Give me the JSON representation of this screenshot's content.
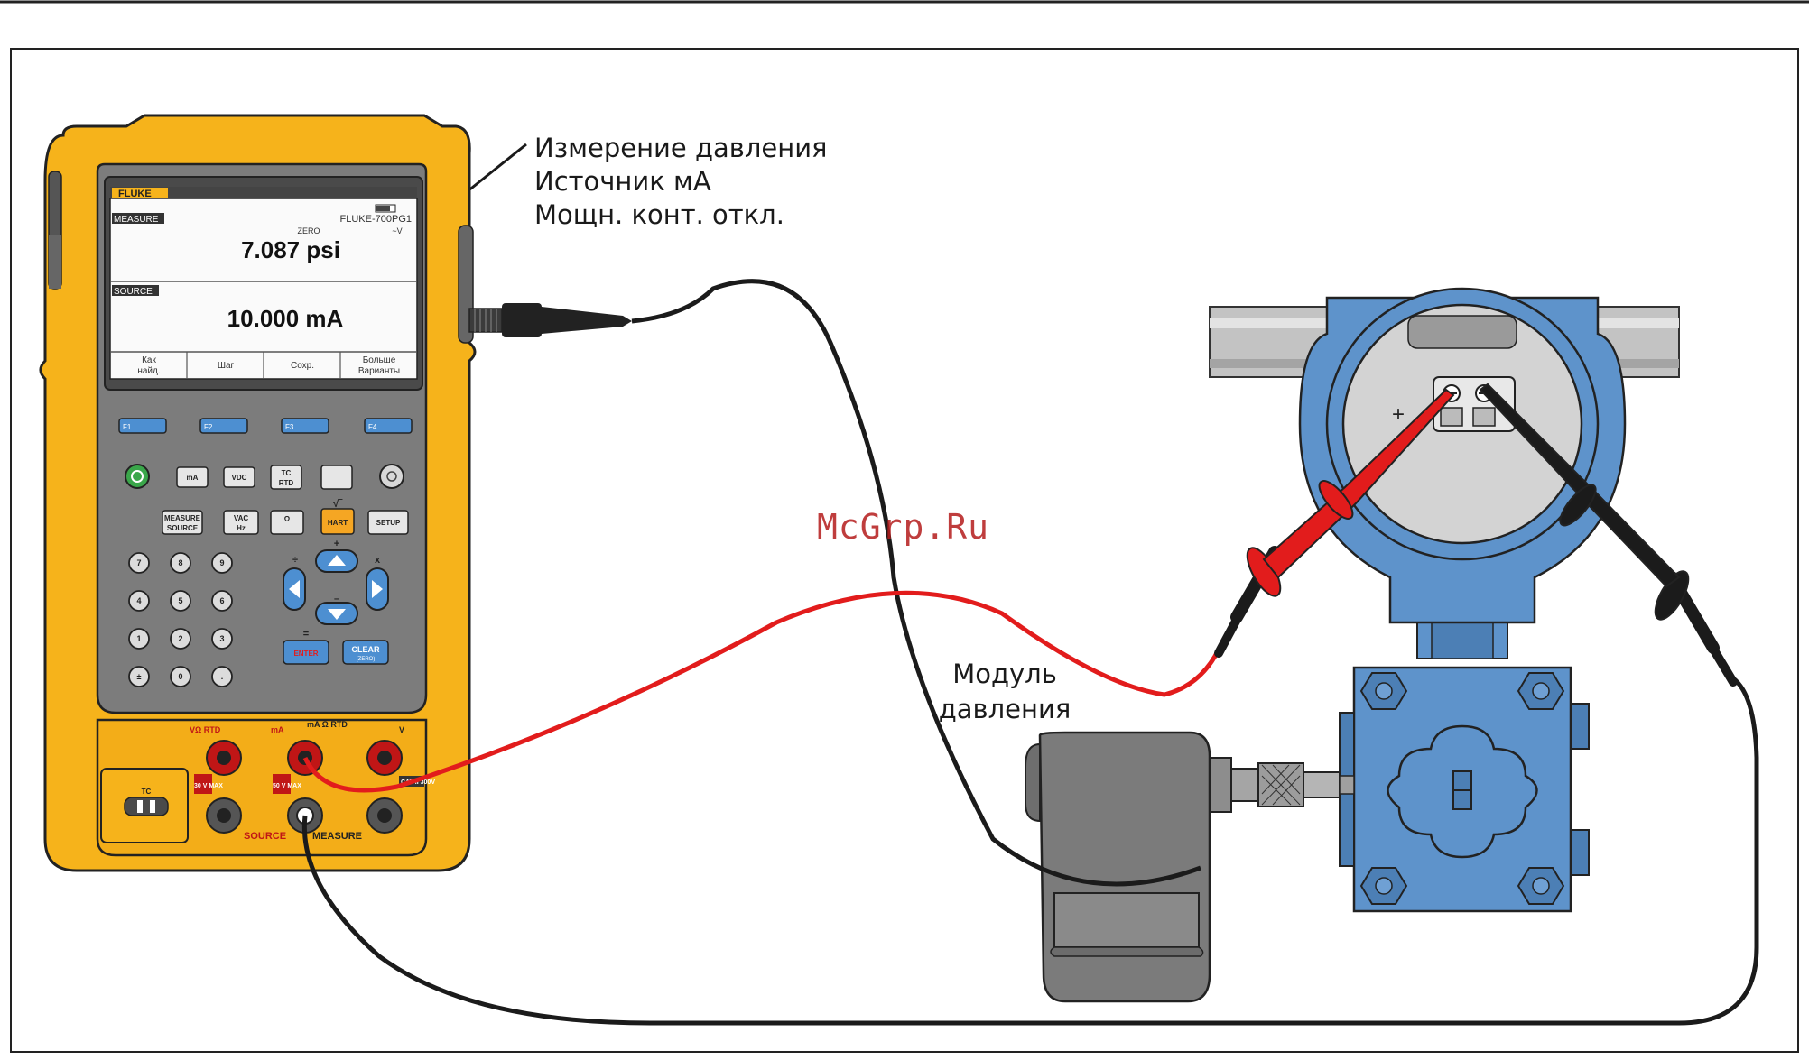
{
  "device": {
    "brand": "FLUKE",
    "measure_tag": "MEASURE",
    "model": "FLUKE-700PG1",
    "zero_flag": "ZERO",
    "v_flag": "~V",
    "pressure_reading": "7.087 psi",
    "source_tag": "SOURCE",
    "source_reading": "10.000 mA",
    "softkeys": [
      {
        "line1": "Как",
        "line2": "найд."
      },
      {
        "line1": "Шаг",
        "line2": ""
      },
      {
        "line1": "Сохр.",
        "line2": ""
      },
      {
        "line1": "Больше",
        "line2": "Варианты"
      }
    ],
    "fkeys": [
      "F1",
      "F2",
      "F3",
      "F4"
    ],
    "keys": {
      "ma": "mA",
      "vdc": "VDC",
      "tc": "TC",
      "rtd": "RTD",
      "measure": "MEASURE",
      "source": "SOURCE",
      "vac": "VAC",
      "hz": "Hz",
      "ohm": "Ω",
      "hart": "HART",
      "setup": "SETUP",
      "enter": "ENTER",
      "clear": "CLEAR",
      "zero": "(ZERO)",
      "plus": "+",
      "minus": "–",
      "divide": "÷",
      "times": "x",
      "equals": "=",
      "sqrt": "√‾"
    },
    "numpad": [
      "7",
      "8",
      "9",
      "4",
      "5",
      "6",
      "1",
      "2",
      "3",
      "±",
      "0",
      "."
    ],
    "terminals": {
      "v_ohm_rtd": "VΩ RTD",
      "ma_left": "mA",
      "ma_ohm_rtd": "mA Ω RTD",
      "v_right": "V",
      "max30": "30 V MAX",
      "max50": "50 V MAX",
      "cat": "CAT II 300V",
      "source_bottom": "SOURCE",
      "measure_bottom": "MEASURE",
      "tc_port": "TC"
    }
  },
  "callout": {
    "lines": [
      "Измерение давления",
      "Источник мА",
      "Мощн. конт. откл."
    ]
  },
  "module_label": {
    "lines": [
      "Модуль",
      "давления"
    ]
  },
  "transmitter": {
    "plus_sign": "+"
  },
  "watermark": "McGrp.Ru",
  "colors": {
    "fluke_yellow": "#f6b31b",
    "device_gray": "#7c7c7c",
    "transmitter_blue": "#5e93cb",
    "lead_red": "#e21c1c",
    "lead_black": "#1b1b1b",
    "key_blue": "#4d8fd1",
    "hart_orange": "#f5a623"
  }
}
